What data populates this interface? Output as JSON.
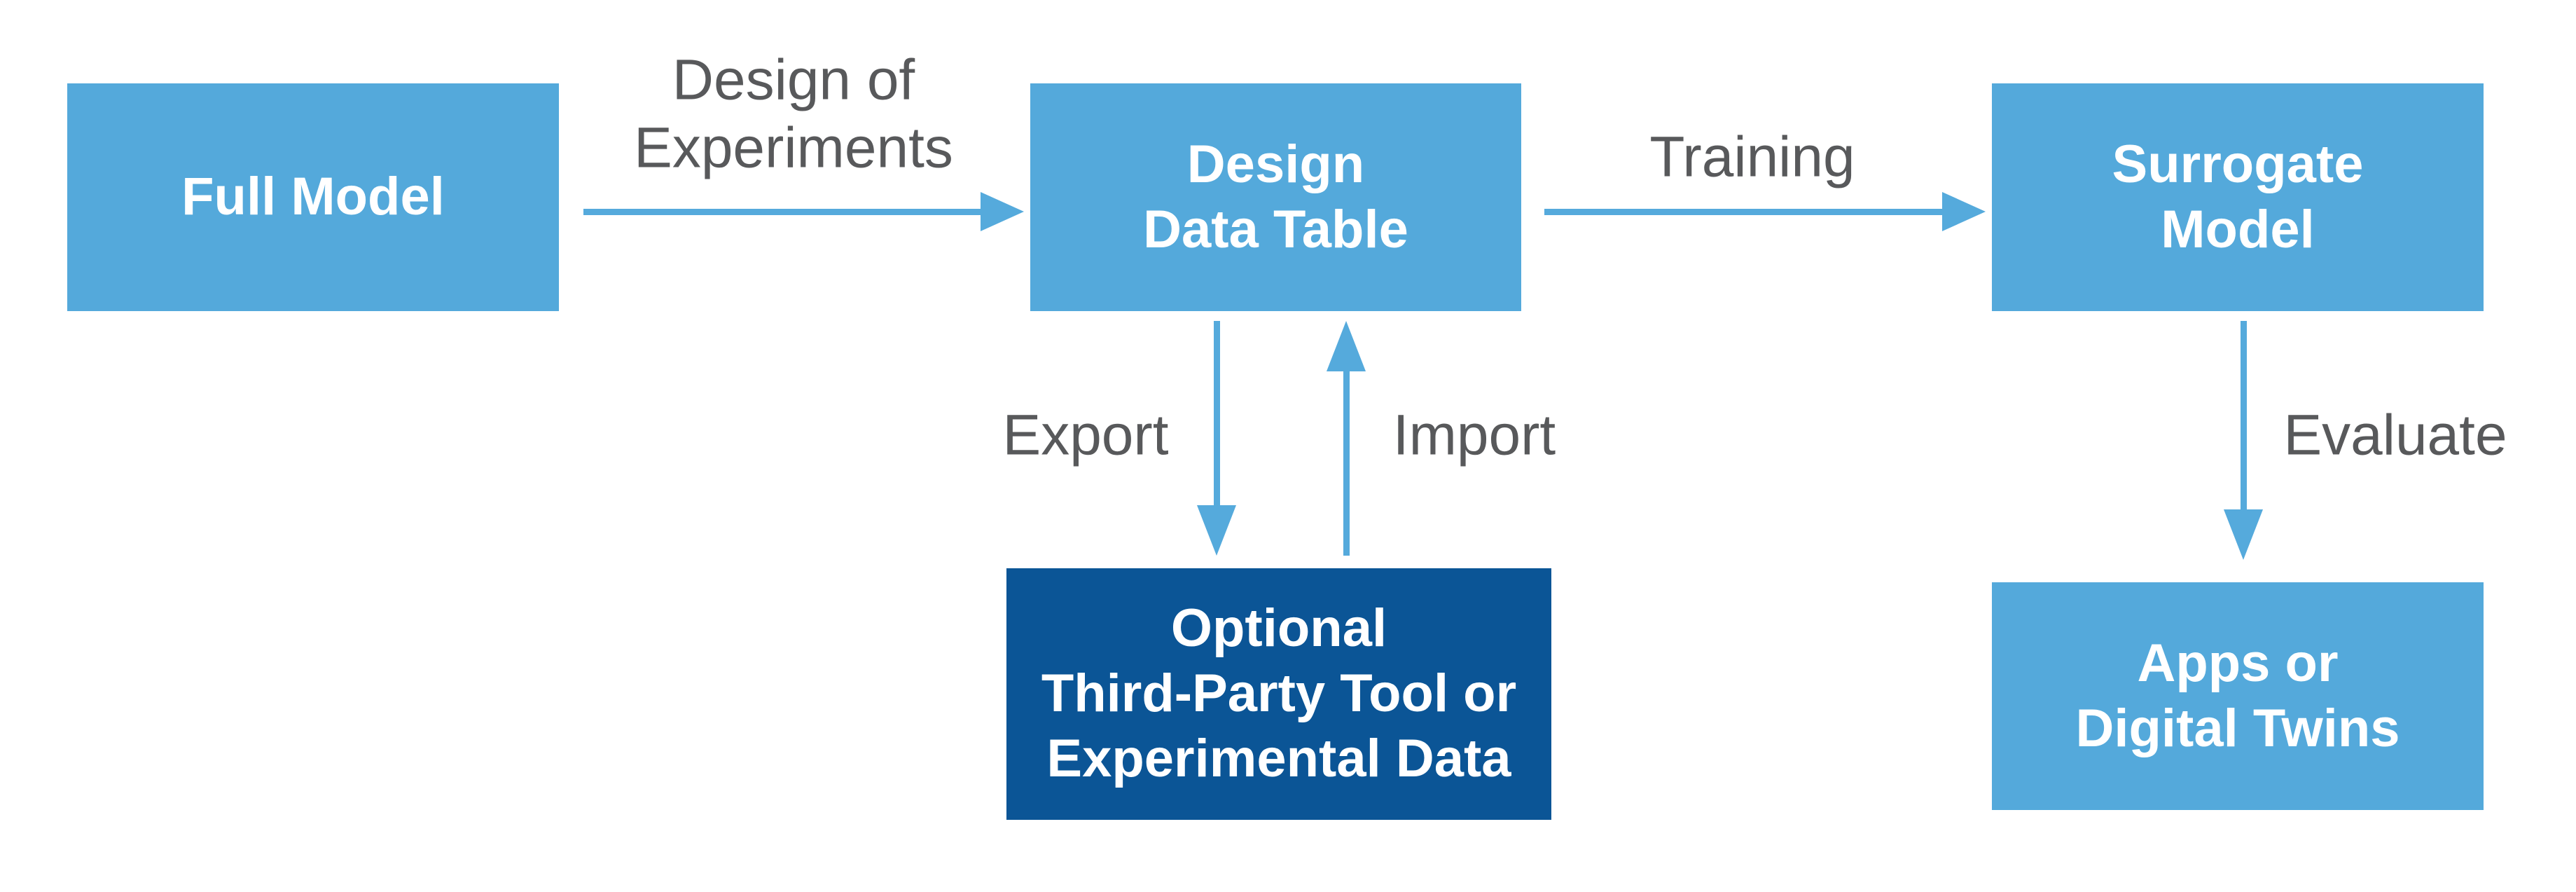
{
  "colors": {
    "background": "#ffffff",
    "box_blue": "#54a9db",
    "box_dark_blue": "#0b5596",
    "arrow_blue": "#55aadc",
    "label_gray": "#58595b",
    "box_text": "#ffffff"
  },
  "nodes": {
    "full_model": {
      "label": "Full Model"
    },
    "design_data_table": {
      "label": "Design\nData Table"
    },
    "surrogate_model": {
      "label": "Surrogate\nModel"
    },
    "optional_third_party": {
      "label": "Optional\nThird-Party Tool or\nExperimental Data"
    },
    "apps_or_digital_twins": {
      "label": "Apps or\nDigital Twins"
    }
  },
  "edges": {
    "design_of_experiments": {
      "label": "Design of\nExperiments"
    },
    "training": {
      "label": "Training"
    },
    "export": {
      "label": "Export"
    },
    "import": {
      "label": "Import"
    },
    "evaluate": {
      "label": "Evaluate"
    }
  }
}
